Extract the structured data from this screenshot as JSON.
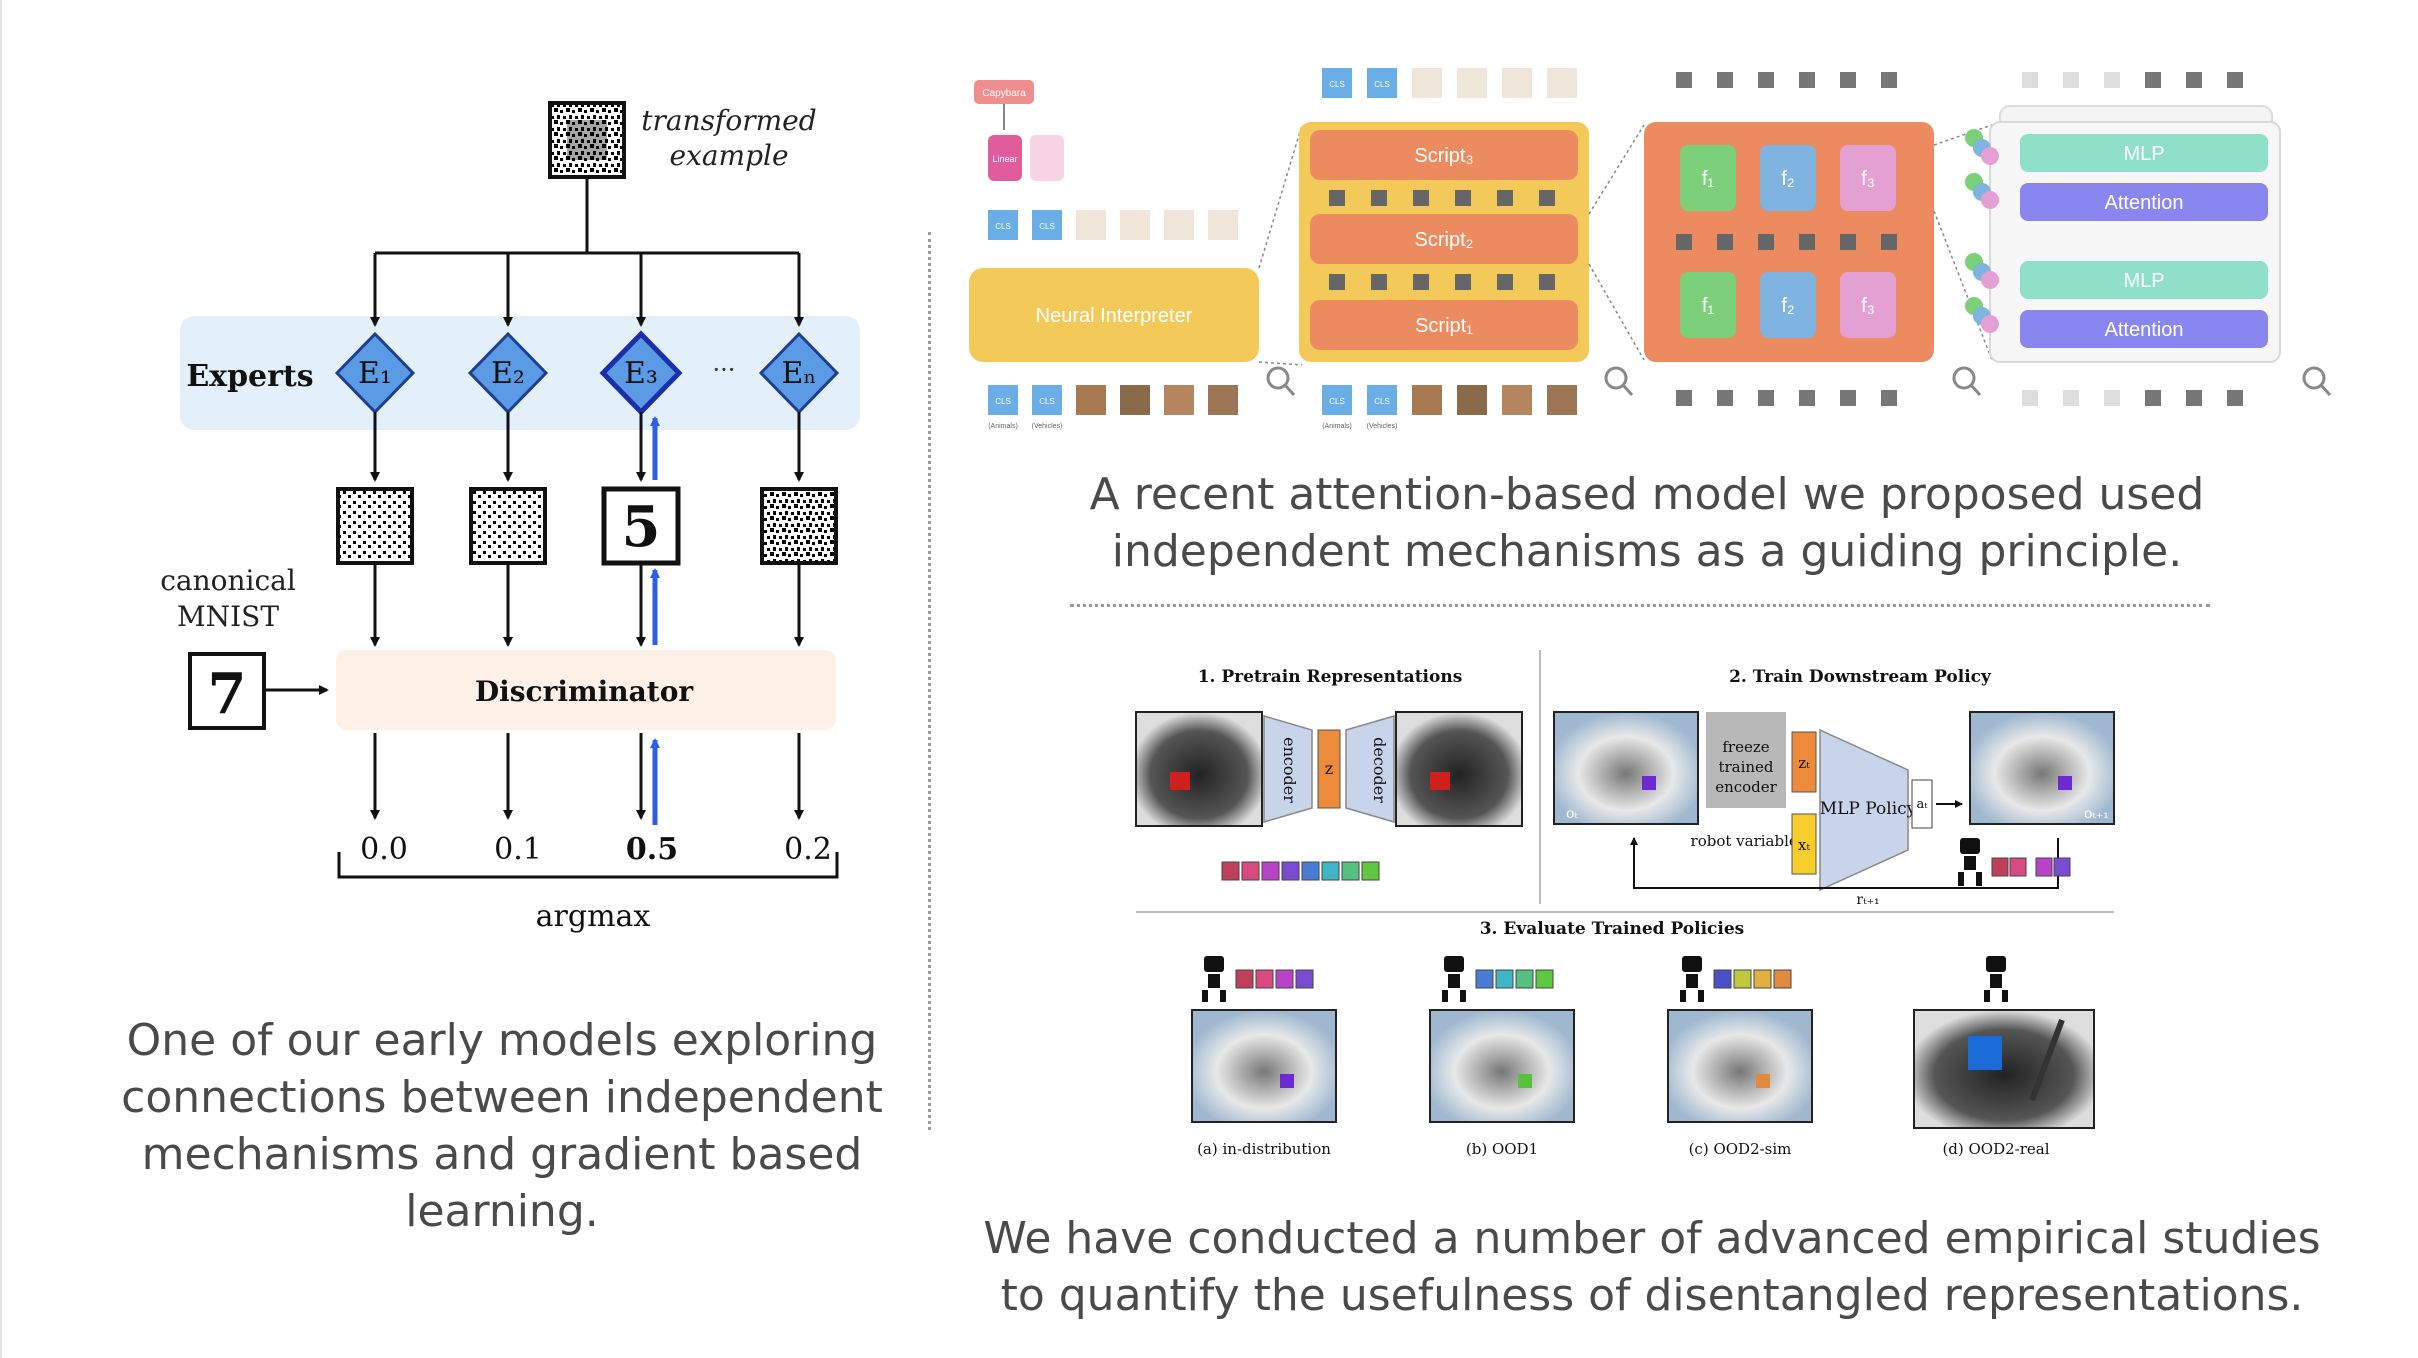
{
  "captions": {
    "left": "One of our early models exploring connections between independent mechanisms and gradient based learning.",
    "right_top": "A recent attention-based model we proposed used independent mechanisms as a guiding principle.",
    "right_bottom": "We have conducted a number of advanced empirical studies to quantify the usefulness of disentangled representations."
  },
  "experts_diagram": {
    "transformed_example": "transformed",
    "transformed_example_2": "example",
    "experts_label": "Experts",
    "experts": [
      "E₁",
      "E₂",
      "E₃",
      "Eₙ"
    ],
    "ellipsis": "···",
    "canonical_label": "canonical",
    "canonical_label_2": "MNIST",
    "discriminator_label": "Discriminator",
    "scores": [
      "0.0",
      "0.1",
      "0.5",
      "0.2"
    ],
    "argmax_label": "argmax",
    "selected_expert_index": 2,
    "colors": {
      "expert_fill": "#5b9be6",
      "expert_band": "#e3eff9",
      "discriminator_band": "#fdf1e7",
      "highlight_arrow": "#2f5ce8"
    }
  },
  "neural_interpreter": {
    "capybara": "Capybara",
    "linear": "Linear",
    "cls": "CLS",
    "interpreter_label": "Neural Interpreter",
    "animals": "(Animals)",
    "vehicles": "(Vehicles)",
    "scripts": [
      "Script₃",
      "Script₂",
      "Script₁"
    ],
    "functions": [
      "f₁",
      "f₂",
      "f₃"
    ],
    "mlp": "MLP",
    "attention": "Attention",
    "colors": {
      "interpreter": "#f3c95a",
      "script": "#ec8b5f",
      "fn_grid": "#ec8b5f",
      "f1": "#7dd07a",
      "f2": "#7fb3e0",
      "f3": "#e5a0d3",
      "mlp": "#8fe0c6",
      "attention": "#8a86f0"
    }
  },
  "disentangled_study": {
    "pretrain_title": "1. Pretrain Representations",
    "train_title": "2. Train Downstream Policy",
    "evaluate_title": "3. Evaluate Trained Policies",
    "encoder": "encoder",
    "decoder": "decoder",
    "z": "z",
    "freeze_encoder": "freeze trained encoder",
    "robot_variables": "robot variables",
    "zt": "zₜ",
    "xt": "xₜ",
    "mlp_policy": "MLP Policy",
    "at": "aₜ",
    "ot": "oₜ",
    "ot1": "oₜ₊₁",
    "rt1": "rₜ₊₁",
    "panels": [
      "(a) in-distribution",
      "(b) OOD1",
      "(c) OOD2-sim",
      "(d) OOD2-real"
    ]
  }
}
